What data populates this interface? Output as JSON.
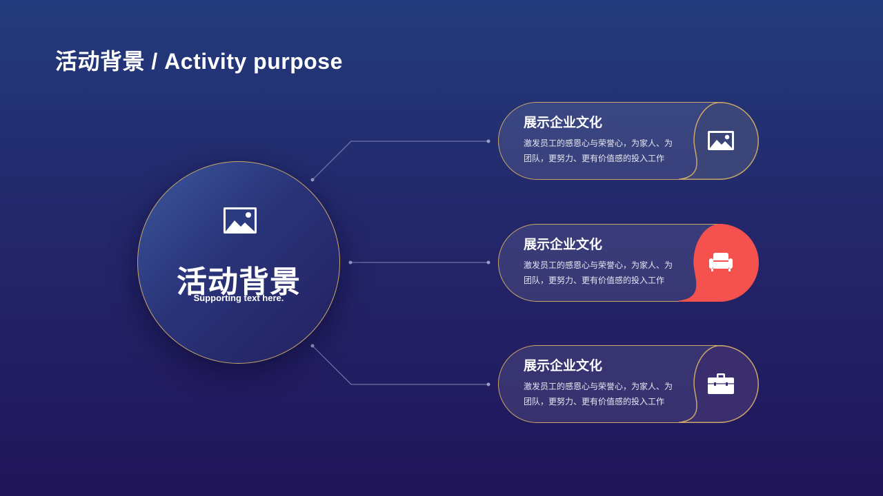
{
  "title": "活动背景 / Activity purpose",
  "center": {
    "icon": "image-icon",
    "title": "活动背景",
    "subtitle": "Supporting text here."
  },
  "items": [
    {
      "title": "展示企业文化",
      "desc": "激发员工的感恩心与荣誉心，为家人、为团队，更努力、更有价值感的投入工作",
      "icon": "image-icon",
      "accent": "#3c4578"
    },
    {
      "title": "展示企业文化",
      "desc": "激发员工的感恩心与荣誉心，为家人、为团队，更努力、更有价值感的投入工作",
      "icon": "sofa-icon",
      "accent": "#f4514f"
    },
    {
      "title": "展示企业文化",
      "desc": "激发员工的感恩心与荣誉心，为家人、为团队，更努力、更有价值感的投入工作",
      "icon": "briefcase-icon",
      "accent": "#3a2e6e"
    }
  ],
  "colors": {
    "border": "#c9a869",
    "connector": "#8d92bd"
  }
}
